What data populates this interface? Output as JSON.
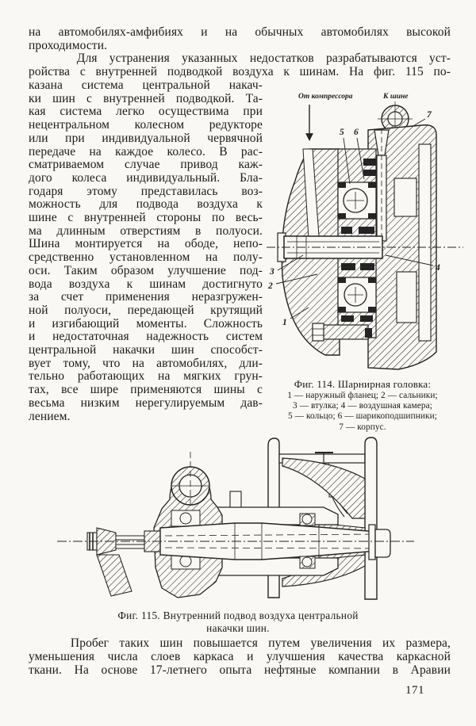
{
  "page": {
    "background": "#f9f8f4",
    "ink": "#1b1b1b",
    "page_number": "171"
  },
  "paragraphs": {
    "top_lines": [
      "на автомобилях-амфибиях и на обычных автомобилях высокой",
      "проходимости.",
      "    Для устранения указанных недостатков разрабатываются уст-",
      "ройства с внутренней подводкой воздуха к шинам. На фиг. 115 по-"
    ],
    "column_lines": [
      "казана система центральной накач-",
      "ки шин с внутренней подводкой. Та-",
      "кая система легко осуществима при",
      "нецентральном колесном редукторе",
      "или при индивидуальной червячной",
      "передаче на каждое колесо. В рас-",
      "сматриваемом случае привод каж-",
      "дого колеса индивидуальный. Бла-",
      "годаря этому представилась воз-",
      "можность для подвода воздуха к",
      "шине с внутренней стороны по весь-",
      "ма длинным отверстиям в полуоси.",
      "Шина монтируется на ободе, непо-",
      "средственно установленном на полу-",
      "оси. Таким образом улучшение под-",
      "вода воздуха к шинам достигнуто",
      "за счет применения неразгружен-",
      "ной полуоси, передающей крутящий",
      "и изгибающий моменты. Сложность",
      "и недостаточная надежность систем",
      "центральной накачки шин способст-",
      "вует тому, что на автомобилях, дли-",
      "тельно работающих на мягких грун-",
      "тах, все шире применяются шины с",
      "весьма низким нерегулируемым дав-",
      "лением."
    ],
    "bottom_lines": [
      "    Пробег таких шин повышается путем увеличения их размера,",
      "уменьшения числа слоев каркаса и улучшения качества каркасной",
      "ткани. На основе 17-летнего опыта нефтяные компании в Аравии"
    ]
  },
  "figure114": {
    "label_from_compressor": "От компрессора",
    "label_to_tire": "К шине",
    "caption_title": "Фиг. 114. Шарнирная головка:",
    "legend_lines": [
      "1 — наружный фланец; 2 — сальники;",
      "3 — втулка; 4 — воздушная камера;",
      "5 — кольцо; 6 — шарикоподшипники;",
      "7 — корпус."
    ],
    "callouts": {
      "c1": "1",
      "c2": "2",
      "c3": "3",
      "c4": "4",
      "c5": "5",
      "c6": "6",
      "c7": "7"
    }
  },
  "figure115": {
    "caption_line1": "Фиг. 115. Внутренний подвод воздуха центральной",
    "caption_line2": "накачки шин."
  }
}
